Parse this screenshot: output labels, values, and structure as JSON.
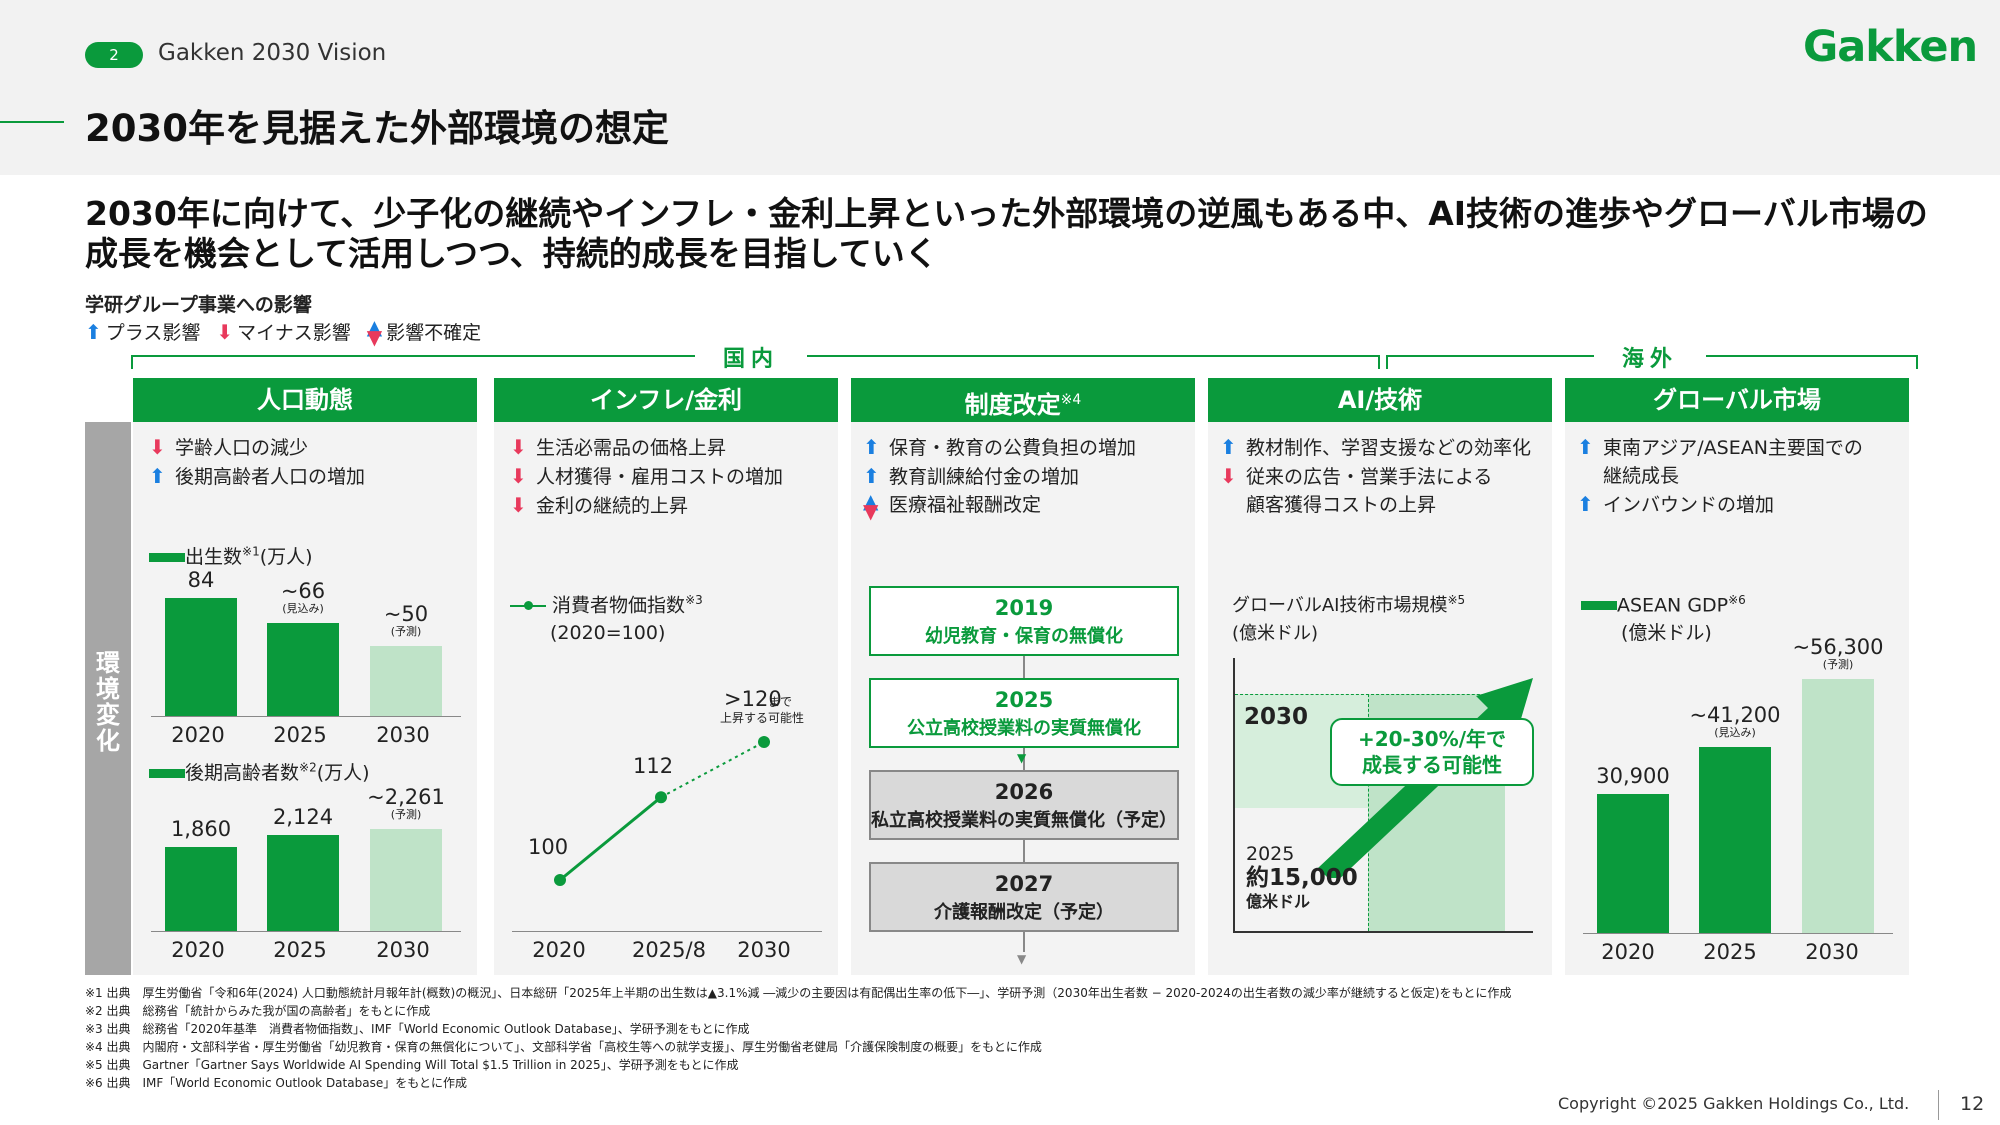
{
  "header": {
    "page_pill": "2",
    "section": "Gakken 2030 Vision",
    "logo": "Gakken",
    "title": "2030年を見据えた外部環境の想定"
  },
  "lead": "2030年に向けて、少子化の継続やインフレ・金利上昇といった外部環境の逆風もある中、AI技術の進歩やグローバル市場の成長を機会として活用しつつ、持続的成長を目指していく",
  "impact": {
    "title": "学研グループ事業への影響",
    "legend_plus": "プラス影響",
    "legend_minus": "マイナス影響",
    "legend_uncertain": "影響不確定"
  },
  "regions": {
    "domestic": "国内",
    "overseas": "海外"
  },
  "side_label": "環境変化",
  "colors": {
    "green": "#0a9a3c",
    "light_green": "#bfe3c8",
    "blue": "#1a7fe0",
    "red": "#e8395c"
  },
  "columns": {
    "population": {
      "title": "人口動態",
      "bullets": [
        {
          "dir": "minus",
          "text": "学齢人口の減少"
        },
        {
          "dir": "plus",
          "text": "後期高齢者人口の増加"
        }
      ],
      "births_label": "出生数",
      "births_note": "※1",
      "births_unit": "(万人)",
      "births_values": [
        "84",
        "~66",
        "~50"
      ],
      "births_sub": [
        "",
        "(見込み)",
        "(予測)"
      ],
      "elderly_label": "後期高齢者数",
      "elderly_note": "※2",
      "elderly_unit": "(万人)",
      "elderly_values": [
        "1,860",
        "2,124",
        "~2,261"
      ],
      "elderly_sub": [
        "",
        "",
        "(予測)"
      ],
      "years": [
        "2020",
        "2025",
        "2030"
      ]
    },
    "inflation": {
      "title": "インフレ/金利",
      "bullets": [
        {
          "dir": "minus",
          "text": "生活必需品の価格上昇"
        },
        {
          "dir": "minus",
          "text": "人材獲得・雇用コストの増加"
        },
        {
          "dir": "minus",
          "text": "金利の継続的上昇"
        }
      ],
      "cpi_label": "消費者物価指数",
      "cpi_note": "※3",
      "cpi_base": "(2020=100)",
      "cpi_values": [
        "100",
        "112",
        ">120"
      ],
      "cpi_extra_1": "まで",
      "cpi_extra_2": "上昇する可能性",
      "years": [
        "2020",
        "2025/8",
        "2030"
      ]
    },
    "policy": {
      "title": "制度改定",
      "title_note": "※4",
      "bullets": [
        {
          "dir": "plus",
          "text": "保育・教育の公費負担の増加"
        },
        {
          "dir": "plus",
          "text": "教育訓練給付金の増加"
        },
        {
          "dir": "both",
          "text": "医療福祉報酬改定"
        }
      ],
      "items": [
        {
          "year": "2019",
          "text": "幼児教育・保育の無償化"
        },
        {
          "year": "2025",
          "text": "公立高校授業料の実質無償化"
        },
        {
          "year": "2026",
          "text": "私立高校授業料の実質無償化（予定）"
        },
        {
          "year": "2027",
          "text": "介護報酬改定（予定）"
        }
      ]
    },
    "ai": {
      "title": "AI/技術",
      "bullets": [
        {
          "dir": "plus",
          "text": "教材制作、学習支援などの効率化"
        },
        {
          "dir": "minus",
          "text": "従来の広告・営業手法による"
        },
        {
          "dir": "none",
          "text": "顧客獲得コストの上昇"
        }
      ],
      "market_label": "グローバルAI技術市場規模",
      "market_note": "※5",
      "market_unit": "(億米ドル)",
      "label_2030": "2030",
      "growth_1": "+20-30%/年で",
      "growth_2": "成長する可能性",
      "year_2025": "2025",
      "value_2025": "約15,000",
      "unit_2025": "億米ドル"
    },
    "global": {
      "title": "グローバル市場",
      "bullets": [
        {
          "dir": "plus",
          "text": "東南アジア/ASEAN主要国での"
        },
        {
          "dir": "none",
          "text": "継続成長"
        },
        {
          "dir": "plus",
          "text": "インバウンドの増加"
        }
      ],
      "gdp_label": "ASEAN GDP",
      "gdp_note": "※6",
      "gdp_unit": "(億米ドル)",
      "gdp_values": [
        "30,900",
        "~41,200",
        "~56,300"
      ],
      "gdp_sub": [
        "",
        "(見込み)",
        "(予測)"
      ],
      "years": [
        "2020",
        "2025",
        "2030"
      ]
    }
  },
  "chart_data": [
    {
      "type": "bar",
      "title": "出生数(万人)",
      "categories": [
        "2020",
        "2025",
        "2030"
      ],
      "values": [
        84,
        66,
        50
      ]
    },
    {
      "type": "bar",
      "title": "後期高齢者数(万人)",
      "categories": [
        "2020",
        "2025",
        "2030"
      ],
      "values": [
        1860,
        2124,
        2261
      ]
    },
    {
      "type": "line",
      "title": "消費者物価指数(2020=100)",
      "categories": [
        "2020",
        "2025/8",
        "2030"
      ],
      "values": [
        100,
        112,
        120
      ]
    },
    {
      "type": "bar",
      "title": "ASEAN GDP(億米ドル)",
      "categories": [
        "2020",
        "2025",
        "2030"
      ],
      "values": [
        30900,
        41200,
        56300
      ]
    }
  ],
  "footnotes": [
    "※1 出典　厚生労働省「令和6年(2024) 人口動態統計月報年計(概数)の概況」、日本総研「2025年上半期の出生数は▲3.1%減 ―減少の主要因は有配偶出生率の低下―」、学研予測（2030年出生者数 − 2020-2024の出生者数の減少率が継続すると仮定)をもとに作成",
    "※2 出典　総務省「統計からみた我が国の高齢者」をもとに作成",
    "※3 出典　総務省「2020年基準　消費者物価指数」、IMF「World Economic Outlook Database」、学研予測をもとに作成",
    "※4 出典　内閣府・文部科学省・厚生労働省「幼児教育・保育の無償化について」、文部科学省「高校生等への就学支援」、厚生労働省老健局「介護保険制度の概要」をもとに作成",
    "※5 出典　Gartner「Gartner Says Worldwide AI Spending Will Total $1.5 Trillion in 2025」、学研予測をもとに作成",
    "※6 出典　IMF「World Economic Outlook Database」をもとに作成"
  ],
  "footer": {
    "copyright": "Copyright ©2025 Gakken Holdings Co., Ltd.",
    "page": "12"
  }
}
